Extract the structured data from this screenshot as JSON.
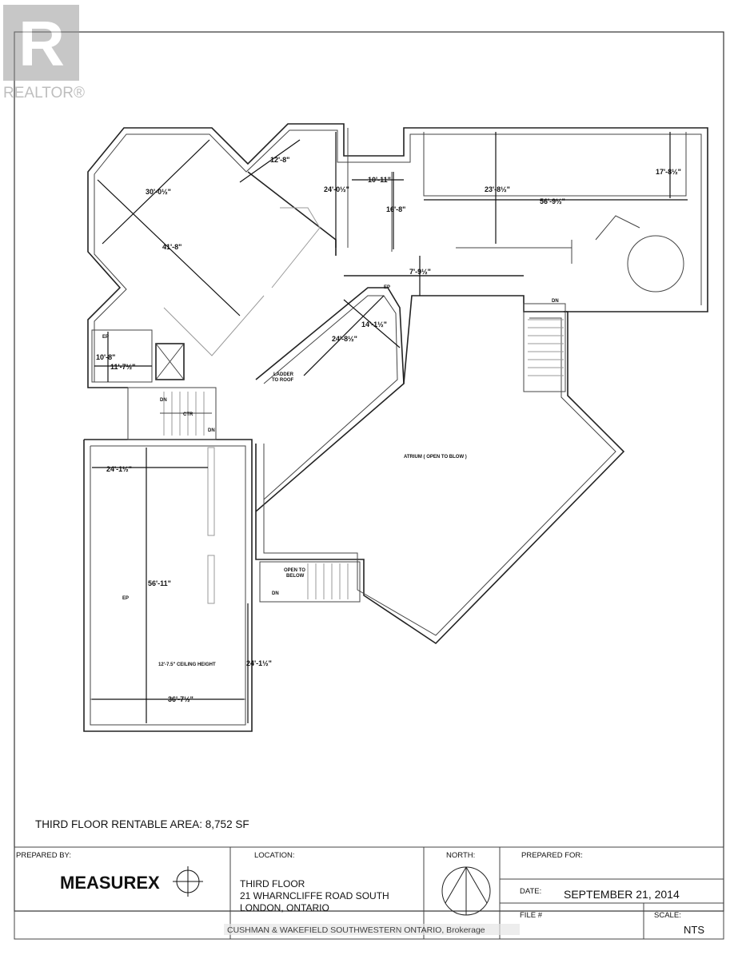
{
  "watermark_logo": {
    "text": "REALTOR®"
  },
  "plan": {
    "dimensions": {
      "d1": "12'-8\"",
      "d2": "30'-0½\"",
      "d3": "41'-8\"",
      "d4": "24'-0½\"",
      "d5": "10'-11\"",
      "d6": "16'-8\"",
      "d7": "23'-8½\"",
      "d8": "56'-9½\"",
      "d9": "17'-8½\"",
      "d10": "7'-9½\"",
      "d11": "14'-1½\"",
      "d12": "24'-8½\"",
      "d13": "10'-8\"",
      "d14": "11'-7½\"",
      "d15": "24'-1½\"",
      "d16": "56'-11\"",
      "d17": "24'-1½\"",
      "d18": "36'-7½\""
    },
    "labels": {
      "atrium": "ATRIUM ( OPEN TO BLOW )",
      "ladder_1": "LADDER",
      "ladder_2": "TO ROOF",
      "open_below_1": "OPEN TO",
      "open_below_2": "BELOW",
      "ceiling": "12'-7.5\" CEILING HEIGHT",
      "dn": "DN",
      "ep": "EP",
      "ctr": "CTR"
    }
  },
  "title_block": {
    "area": "THIRD FLOOR RENTABLE AREA: 8,752 SF",
    "prepared_by_label": "PREPARED BY:",
    "company": "MEASUREX",
    "location_label": "LOCATION:",
    "location_lines": [
      "THIRD FLOOR",
      "21 WHARNCLIFFE ROAD SOUTH",
      "LONDON, ONTARIO"
    ],
    "north_label": "NORTH:",
    "prepared_for_label": "PREPARED FOR:",
    "date_label": "DATE:",
    "date_value": "SEPTEMBER 21, 2014",
    "file_label": "FILE #",
    "scale_label": "SCALE:",
    "scale_value": "NTS"
  },
  "footer_watermark": "CUSHMAN & WAKEFIELD SOUTHWESTERN ONTARIO, Brokerage"
}
